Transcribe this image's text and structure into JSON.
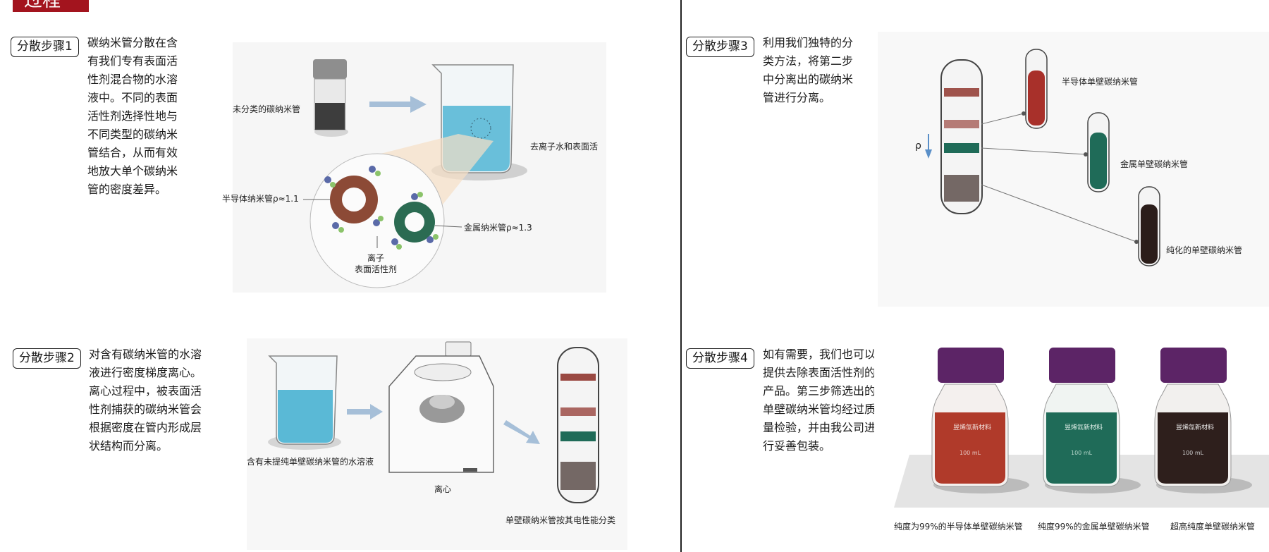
{
  "header": {
    "title": "过程"
  },
  "steps": [
    {
      "label": "分散步骤1",
      "text": "碳纳米管分散在含\n有我们专有表面活\n性剂混合物的水溶\n液中。不同的表面\n活性剂选择性地与\n不同类型的碳纳米\n管结合，从而有效\n地放大单个碳纳米\n管的密度差异。"
    },
    {
      "label": "分散步骤2",
      "text": "对含有碳纳米管的水溶\n液进行密度梯度离心。\n离心过程中，被表面活\n性剂捕获的碳纳米管会\n根据密度在管内形成层\n状结构而分离。"
    },
    {
      "label": "分散步骤3",
      "text": "利用我们独特的分\n类方法，将第二步\n中分离出的碳纳米\n管进行分离。"
    },
    {
      "label": "分散步骤4",
      "text": "如有需要，我们也可以\n提供去除表面活性剂的\n产品。第三步筛选出的\n单壁碳纳米管均经过质\n量检验，并由我公司进\n行妥善包装。"
    }
  ],
  "figure1": {
    "unsorted": "未分类的碳纳米管",
    "water": "去离子水和表面活",
    "semi": "半导体纳米管ρ≈1.1",
    "metal": "金属纳米管ρ≈1.3",
    "ion": "离子\n表面活性剂"
  },
  "figure2": {
    "beaker": "含有未提纯单壁碳纳米管的水溶液",
    "centrifuge": "离心",
    "tube": "单壁碳纳米管按其电性能分类"
  },
  "figure3": {
    "rho": "ρ",
    "semi": "半导体单壁碳纳米管",
    "metal": "金属单壁碳纳米管",
    "pure": "纯化的单壁碳纳米管"
  },
  "figure4": {
    "bottle_brand": "昱烯氙新材料",
    "bottle_volume": "100 mL",
    "cap1": "纯度为99%的半导体单壁碳纳米管",
    "cap2": "纯度99%的金属单壁碳纳米管",
    "cap3": "超高纯度单壁碳纳米管"
  },
  "colors": {
    "accent": "#a3141e",
    "red_layer": "#8a2a22",
    "green_layer": "#1f6b58",
    "dark_layer": "#2b1d1a",
    "water": "#5ab9d6",
    "arrow": "#9fb8d4"
  }
}
